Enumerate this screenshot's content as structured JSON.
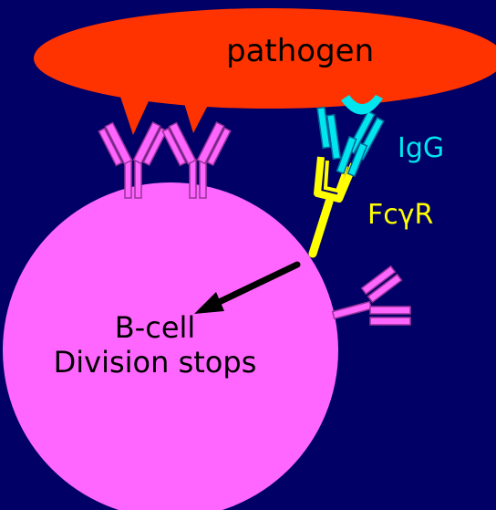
{
  "labels": {
    "pathogen": "pathogen",
    "igg": "IgG",
    "fcr": "FcγR",
    "bcell_line1": "B-cell",
    "bcell_line2": "Division stops"
  },
  "colors": {
    "background": "#000066",
    "pathogen": "#ff3300",
    "bcell": "#ff66ff",
    "antibody": "#ff66ff",
    "antibody_outline": "#993399",
    "igg": "#00e5ee",
    "fcr": "#ffff00",
    "arrow": "#000000"
  }
}
